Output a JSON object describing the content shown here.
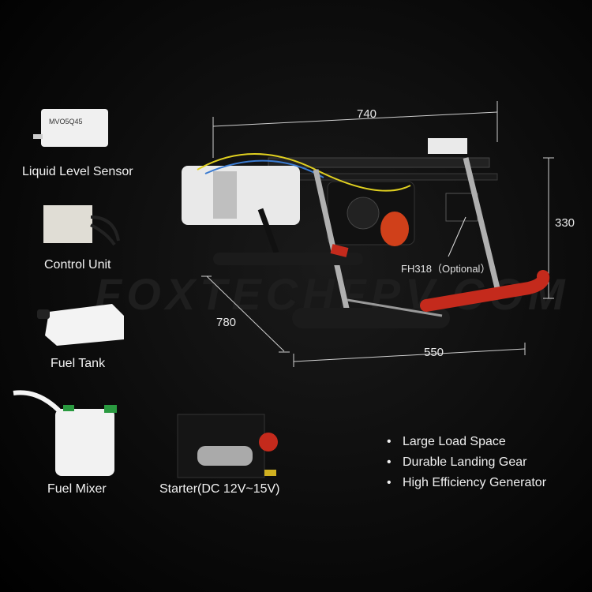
{
  "watermark": "FOXTECHFPV.COM",
  "components": {
    "sensor": "Liquid Level Sensor",
    "control": "Control Unit",
    "tank": "Fuel Tank",
    "mixer": "Fuel Mixer",
    "starter": "Starter(DC 12V~15V)"
  },
  "dimensions": {
    "width": "740",
    "height": "330",
    "depth": "780",
    "length": "550"
  },
  "camera_label": "FH318（Optional）",
  "sensor_print": "MVO5Q45",
  "features": [
    "Large Load Space",
    "Durable Landing Gear",
    "High Efficiency Generator"
  ]
}
